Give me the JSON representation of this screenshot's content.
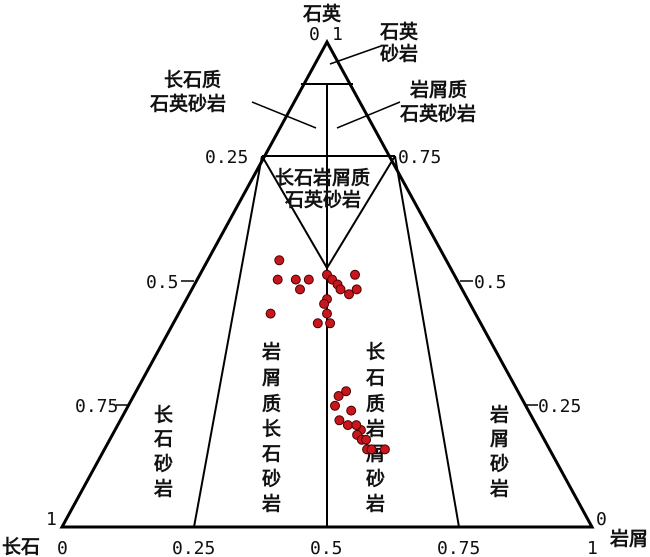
{
  "diagram": {
    "apex_labels": {
      "top": "石英",
      "left": "长石",
      "right": "岩屑"
    },
    "corner_values": {
      "top_left": "0",
      "top_right": "1",
      "left": "1",
      "right": "0"
    },
    "bottom_ticks": [
      "0",
      "0.25",
      "0.5",
      "0.75",
      "1"
    ],
    "left_side_ticks": [
      "0.25",
      "0.5",
      "0.75"
    ],
    "right_side_ticks": [
      "0.75",
      "0.5",
      "0.25"
    ],
    "regions": {
      "quartz_sandstone": [
        "石英",
        "砂岩"
      ],
      "feldspathic_quartz": [
        "长石质",
        "石英砂岩"
      ],
      "lithic_quartz": [
        "岩屑质",
        "石英砂岩"
      ],
      "feldspathic_lithic_quartz": [
        "长石岩屑质",
        "石英砂岩"
      ],
      "arkose": [
        "长",
        "石",
        "砂",
        "岩"
      ],
      "lithic_arkose": [
        "岩",
        "屑",
        "质",
        "长",
        "石",
        "砂",
        "岩"
      ],
      "feldspathic_litharenite": [
        "长",
        "石",
        "质",
        "岩",
        "屑",
        "砂",
        "岩"
      ],
      "litharenite": [
        "岩",
        "屑",
        "砂",
        "岩"
      ]
    },
    "point_color": "#c8161d"
  },
  "chart_data": {
    "type": "scatter",
    "axes": [
      "石英",
      "长石",
      "岩屑"
    ],
    "note_units": "quartz fraction (0-1) and rock-fragment share of feldspar+rock fragments (0-1)",
    "points": [
      {
        "q": 0.55,
        "r": 0.3
      },
      {
        "q": 0.51,
        "r": 0.31
      },
      {
        "q": 0.51,
        "r": 0.38
      },
      {
        "q": 0.51,
        "r": 0.43
      },
      {
        "q": 0.49,
        "r": 0.4
      },
      {
        "q": 0.44,
        "r": 0.31
      },
      {
        "q": 0.52,
        "r": 0.5
      },
      {
        "q": 0.51,
        "r": 0.52
      },
      {
        "q": 0.5,
        "r": 0.54
      },
      {
        "q": 0.49,
        "r": 0.55
      },
      {
        "q": 0.48,
        "r": 0.58
      },
      {
        "q": 0.52,
        "r": 0.61
      },
      {
        "q": 0.49,
        "r": 0.61
      },
      {
        "q": 0.47,
        "r": 0.5
      },
      {
        "q": 0.44,
        "r": 0.5
      },
      {
        "q": 0.42,
        "r": 0.51
      },
      {
        "q": 0.46,
        "r": 0.49
      },
      {
        "q": 0.42,
        "r": 0.47
      },
      {
        "q": 0.28,
        "r": 0.55
      },
      {
        "q": 0.25,
        "r": 0.52
      },
      {
        "q": 0.24,
        "r": 0.56
      },
      {
        "q": 0.22,
        "r": 0.53
      },
      {
        "q": 0.21,
        "r": 0.55
      },
      {
        "q": 0.2,
        "r": 0.58
      },
      {
        "q": 0.19,
        "r": 0.57
      },
      {
        "q": 0.18,
        "r": 0.58
      },
      {
        "q": 0.16,
        "r": 0.59
      },
      {
        "q": 0.18,
        "r": 0.59
      },
      {
        "q": 0.16,
        "r": 0.6
      },
      {
        "q": 0.16,
        "r": 0.63
      },
      {
        "q": 0.27,
        "r": 0.53
      },
      {
        "q": 0.21,
        "r": 0.57
      }
    ]
  }
}
